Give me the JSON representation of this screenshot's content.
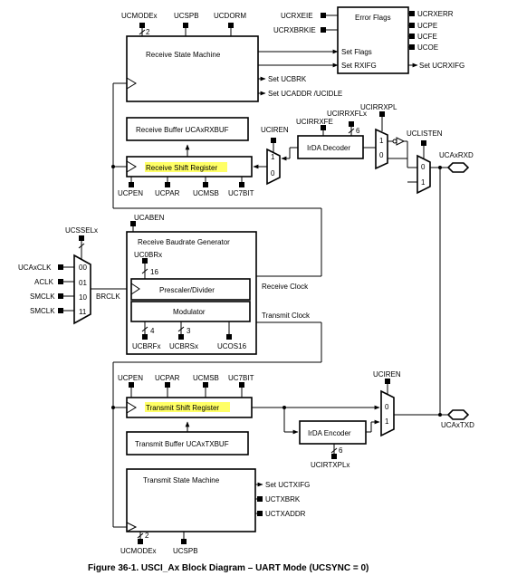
{
  "figure": {
    "caption": "Figure 36-1. USCI_Ax Block Diagram – UART Mode (UCSYNC = 0)"
  },
  "receive_state_machine": {
    "title": "Receive State Machine",
    "inputs": [
      "UCMODEx",
      "UCSPB",
      "UCDORM"
    ],
    "bus_width": "2",
    "outputs": [
      "Set UCBRK",
      "Set UCADDR /UCIDLE"
    ]
  },
  "error_flags": {
    "title": "Error Flags",
    "inputs": [
      "UCRXEIE",
      "UCRXBRKIE"
    ],
    "set_flags": "Set Flags",
    "set_rxifg": "Set RXIFG",
    "outputs": [
      "UCRXERR",
      "UCPE",
      "UCFE",
      "UCOE"
    ],
    "rxifg_output": "Set UCRXIFG"
  },
  "receive_buffer": {
    "title": "Receive Buffer UCAxRXBUF"
  },
  "receive_shift_register": {
    "title": "Receive Shift Register",
    "controls": [
      "UCPEN",
      "UCPAR",
      "UCMSB",
      "UC7BIT"
    ]
  },
  "irda_decoder": {
    "title": "IrDA Decoder",
    "controls": [
      "UCIRRXFE",
      "UCIRRXFLx"
    ],
    "bus_width": "6",
    "mux_select": "UCIRRXPL"
  },
  "rx_mux": {
    "select": "UCIREN",
    "inputs": [
      "1",
      "0"
    ]
  },
  "listen_mux": {
    "select": "UCLISTEN",
    "inputs": [
      "0",
      "1"
    ]
  },
  "rxd_pin": {
    "label": "UCAxRXD"
  },
  "baudrate_generator": {
    "enable": "UCABEN",
    "title": "Receive Baudrate Generator",
    "prescaler_ctrl": "UC0BRx",
    "prescaler_width": "16",
    "prescaler": "Prescaler/Divider",
    "modulator": "Modulator",
    "bottom_controls": [
      "UCBRFx",
      "UCBRSx",
      "UCOS16"
    ],
    "bottom_widths": [
      "4",
      "3"
    ],
    "receive_clock": "Receive Clock",
    "transmit_clock": "Transmit Clock"
  },
  "clock_mux": {
    "select": "UCSSELx",
    "sources": [
      "UCAxCLK",
      "ACLK",
      "SMCLK",
      "SMCLK"
    ],
    "codes": [
      "00",
      "01",
      "10",
      "11"
    ],
    "output": "BRCLK"
  },
  "transmit_shift_register": {
    "title": "Transmit Shift Register",
    "controls": [
      "UCPEN",
      "UCPAR",
      "UCMSB",
      "UC7BIT"
    ]
  },
  "irda_encoder": {
    "title": "IrDA Encoder",
    "control": "UCIRTXPLx",
    "bus_width": "6"
  },
  "tx_mux": {
    "select": "UCIREN",
    "inputs": [
      "0",
      "1"
    ]
  },
  "txd_pin": {
    "label": "UCAxTXD"
  },
  "transmit_buffer": {
    "title": "Transmit Buffer UCAxTXBUF"
  },
  "transmit_state_machine": {
    "title": "Transmit State Machine",
    "outputs": [
      "Set UCTXIFG",
      "UCTXBRK",
      "UCTXADDR"
    ],
    "inputs": [
      "UCMODEx",
      "UCSPB"
    ],
    "bus_width": "2"
  },
  "colors": {
    "highlight": "#ffff66",
    "line": "#000000"
  }
}
